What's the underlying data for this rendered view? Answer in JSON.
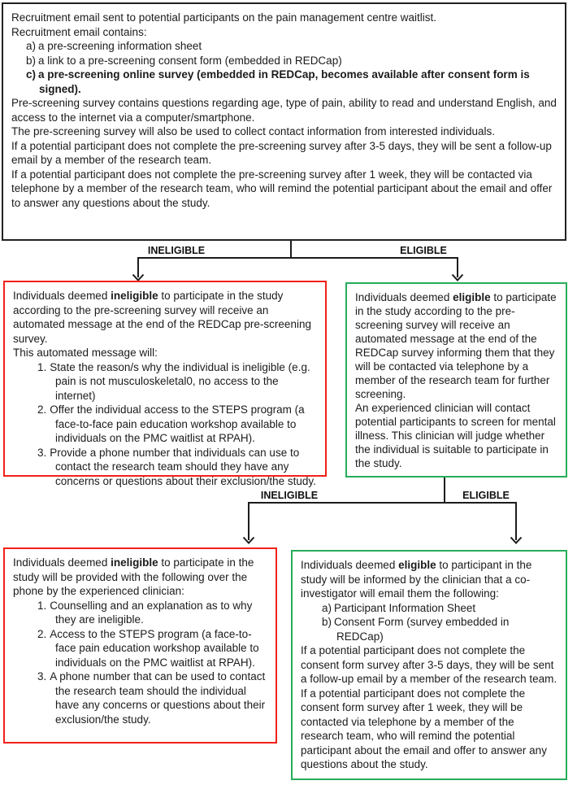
{
  "colors": {
    "red_border": "#f32019",
    "green_border": "#27ad5a",
    "line": "#1c1c1c",
    "text": "#1b1b1b"
  },
  "labels": {
    "branch1_left": "INELIGIBLE",
    "branch1_right": "ELIGIBLE",
    "branch2_left": "INELIGIBLE",
    "branch2_right": "ELIGIBLE"
  },
  "top_box": {
    "p1": "Recruitment email sent to potential participants on the pain management centre waitlist.",
    "p2": "Recruitment email contains:",
    "items": [
      {
        "marker": "a)",
        "text": "a pre-screening information sheet"
      },
      {
        "marker": "b)",
        "text": "a link to a pre-screening consent form (embedded in REDCap)"
      },
      {
        "marker": "c)",
        "text": "a pre-screening online survey (embedded in REDCap, becomes available after consent form is signed)."
      }
    ],
    "p3": "Pre-screening survey contains questions regarding age, type of pain, ability to read and understand English, and access to the internet via a computer/smartphone.",
    "p4": "The pre-screening survey will also be used to collect contact information from interested individuals.",
    "p5": "If a potential participant does not complete the pre-screening survey after 3-5 days, they will be sent a follow-up email by a member of the research team.",
    "p6": "If a potential participant does not complete the pre-screening survey after 1 week, they will be contacted via telephone by a member of the research team, who will remind the potential participant about the email and offer to answer any questions about the study."
  },
  "mid_left_box": {
    "intro_prefix": "Individuals deemed ",
    "intro_bold": "ineligible",
    "intro_rest": " to participate in the study according to the pre-screening survey will receive an automated message at the end of the REDCap pre-screening survey.",
    "line2": "This automated message will:",
    "items": [
      {
        "marker": "1.",
        "text": "State the reason/s why the individual is ineligible (e.g. pain is not musculoskeletal0, no access to the internet)"
      },
      {
        "marker": "2.",
        "text": "Offer the individual access to the STEPS program (a face-to-face pain education workshop available to individuals on the PMC waitlist at RPAH)."
      },
      {
        "marker": "3.",
        "text": "Provide a phone number that individuals can use to contact the research team should they have any concerns or questions about their exclusion/the study."
      }
    ]
  },
  "mid_right_box": {
    "intro_prefix": "Individuals deemed ",
    "intro_bold": "eligible",
    "intro_rest": " to participate in the study according to the pre-screening survey will receive an automated message at the end of the REDCap survey informing them that they will be contacted via telephone by a member of the research team for further screening.",
    "p2": "An experienced clinician will contact potential participants to screen for mental illness. This clinician will judge whether the individual is suitable to participate in the study."
  },
  "bottom_left_box": {
    "intro_prefix": "Individuals deemed ",
    "intro_bold": "ineligible",
    "intro_rest": " to participate in the study will be provided with the following over the phone by the experienced clinician:",
    "items": [
      {
        "marker": "1.",
        "text": "Counselling and an explanation as to why they are ineligible."
      },
      {
        "marker": "2.",
        "text": "Access to the STEPS program (a face-to-face pain education workshop available to individuals on the PMC waitlist at RPAH)."
      },
      {
        "marker": "3.",
        "text": "A phone number that can be used to contact the research team should the individual have any concerns or questions about their exclusion/the study."
      }
    ]
  },
  "bottom_right_box": {
    "intro_prefix": "Individuals deemed ",
    "intro_bold": "eligible",
    "intro_rest": " to participant in the study will be informed by the clinician that a co-investigator will email them the following:",
    "items": [
      {
        "marker": "a)",
        "text": "Participant Information Sheet"
      },
      {
        "marker": "b)",
        "text": "Consent Form (survey embedded in REDCap)"
      }
    ],
    "p2": "If a potential participant does not complete the consent form survey after 3-5 days, they will be sent a follow-up email by a member of the research team.",
    "p3": "If a potential participant does not complete the consent form survey after 1 week, they will be contacted via telephone by a member of the research team, who will remind the potential participant about the email and offer to answer any questions about the study."
  }
}
